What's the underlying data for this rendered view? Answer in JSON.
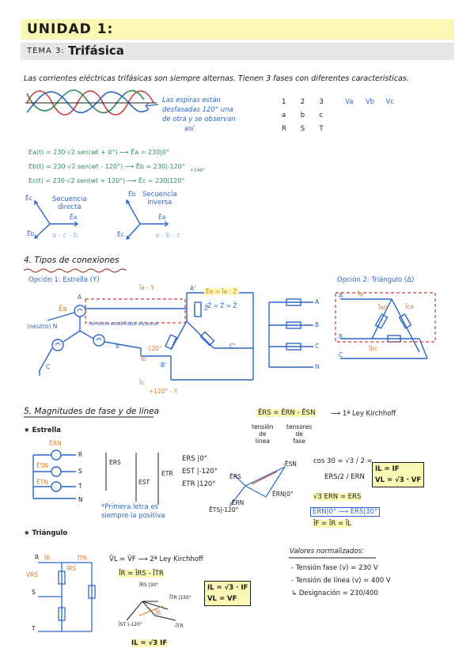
{
  "header": {
    "title": "UNIDAD 1:",
    "tema_label": "TEMA 3:",
    "tema_title": "Trifásica"
  },
  "intro": "Las corrientes eléctricas trifásicas son siempre alternas. Tienen 3 fases con diferentes características.",
  "waves_note": [
    "Las espiras están",
    "desfasadas 120° una",
    "de otra y se observan",
    "así"
  ],
  "phase_table": {
    "row1": [
      "1",
      "2",
      "3",
      "Va",
      "Vb",
      "Vc"
    ],
    "row2": [
      "a",
      "b",
      "c"
    ],
    "row3": [
      "R",
      "S",
      "T"
    ]
  },
  "equations": {
    "ea": "Ea(t) = 230·√2 sen(wt + 0°) ⟶ Ēa = 230|0°",
    "eb": "Eb(t) = 230·√2 sen(wt - 120°) ⟶ Ēb = 230|-120°",
    "ec": "Ec(t) = 230·√2 sen(wt + 120°) ⟶ Ēc = 230|120°",
    "eb_note": "+240°"
  },
  "phasor_labels": {
    "direct_title": [
      "Secuencia",
      "directa"
    ],
    "direct_seq": "a - c - b",
    "inverse_title": [
      "Secuencia",
      "inversa"
    ],
    "inverse_seq": "a - b - c",
    "ec": "Ēc",
    "ea": "Ēa",
    "eb": "Ēb"
  },
  "section4": {
    "title": "4. Tipos de conexiones",
    "option1": "Opción 1: Estrella (Y)",
    "option2": "Opción 2: Triángulo (Δ)",
    "star_ia": "Īa - Y",
    "star_ea_eq": "Ēa = Īa · Z̄",
    "star_eq2": "Z̄ = Z̄ = Z̄",
    "star_ea": "Ēa",
    "neutral": "(neutro) N",
    "sim_note": "(símbolo estabilidad sistema)",
    "ib": "Īb",
    "ib_angle": "-120°",
    "ic": "Īc",
    "ic_angle": "+120° - Y",
    "node_a": "A",
    "node_a2": "A'",
    "node_b": "B",
    "node_b2": "B'",
    "node_c": "C",
    "node_c2": "C'",
    "z": "Z̄",
    "out_a": "A",
    "out_b": "B",
    "out_c": "C",
    "out_n": "N",
    "tri_a": "A",
    "tri_b": "B",
    "tri_c": "C",
    "tri_ia": "Īa",
    "tri_iab": "Īab",
    "tri_ica": "Īca",
    "tri_ibc": "Ībc"
  },
  "section5": {
    "title": "5. Magnitudes de fase y de línea",
    "ers_eq": "ĒRS = ĒRN - ĒSN",
    "kirchhoff1": "⟶ 1ª Ley Kirchhoff",
    "tension_linea": [
      "tensión",
      "de",
      "línea"
    ],
    "tensores_fase": [
      "tensores",
      "de",
      "fase"
    ],
    "star_title": "Estrella",
    "ern": "ĒRN",
    "esn": "ĒSN",
    "etn": "ĒTN",
    "node_r": "R",
    "node_s": "S",
    "node_t": "T",
    "node_n": "N",
    "ers": "ERS",
    "est": "EST",
    "etr": "ETR",
    "ers_val": "ERS |0°",
    "est_val": "EST |-120°",
    "etr_val": "ETR |120°",
    "note": [
      "*Primera letra es",
      "siempre la positiva"
    ],
    "cos_eq": "cos 30 = √3 / 2 =",
    "frac": "ERS/2 / ERN",
    "il_if": "IL = IF",
    "vl_vf": "VL = √3 · VF",
    "grs": "√3 ERN = ERS",
    "result1": "ĒRN|0° ⟶ ĒRS|30°",
    "result2": "ĪF = ĪR = ĪL",
    "phasor_ers": "ĒRS",
    "phasor_esn": "-ĒSN",
    "phasor_ern": "ĒRN|0°",
    "phasor_ern_neg": "-ĒRN",
    "phasor_est": "ĒTS|-120°",
    "triangle_title": "Triángulo",
    "tri_vl": "V̄L = V̄F ⟶ 2ª Ley Kirchhoff",
    "tri_ir_eq": "ĪR = ĪRS - ĪTR",
    "tri_il": "IL = √3 · IF",
    "tri_vl2": "VL = VF",
    "tri_il_bottom": "IL = √3 IF",
    "tri_irs": "ĪRS",
    "tri_itr": "ĪTR",
    "tri_ir": "ĪR",
    "tri_vrs": "VRS",
    "tri_irs_ang": "ĪRS |30°",
    "tri_itr_ang": "ĪTR |150°",
    "tri_ist_ang": "ĪST |-120°",
    "tri_ir_ang": "ĪR",
    "tri_minus_itr": "-ĪTR",
    "normal_title": "Valores normalizados:",
    "normal_items": [
      "- Tensión fase (v) = 230 V",
      "- Tensión de línea (v) = 400 V",
      "↳ Designación = 230/400"
    ]
  }
}
